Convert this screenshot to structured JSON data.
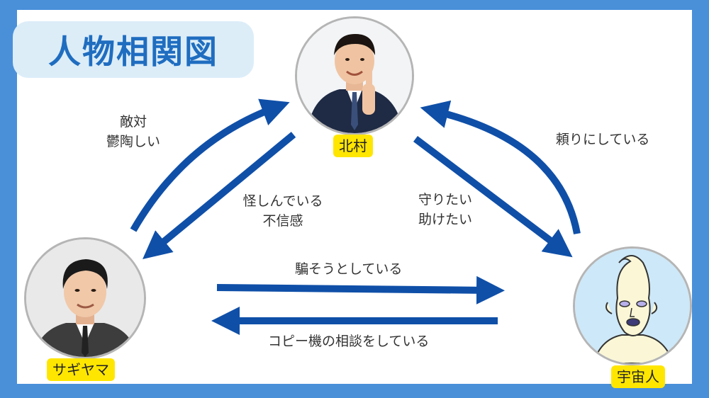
{
  "title": "人物相関図",
  "nodes": {
    "kitamura": {
      "name": "北村",
      "portrait": "businessman-pointing-photo"
    },
    "sagiyama": {
      "name": "サギヤマ",
      "portrait": "businessman-smiling-photo"
    },
    "alien": {
      "name": "宇宙人",
      "portrait": "alien-illustration"
    }
  },
  "edges": {
    "sagiyama_to_kitamura": [
      "敵対",
      "鬱陶しい"
    ],
    "kitamura_to_sagiyama": [
      "怪しんでいる",
      "不信感"
    ],
    "kitamura_to_alien": [
      "守りたい",
      "助けたい"
    ],
    "alien_to_kitamura": [
      "頼りにしている"
    ],
    "sagiyama_to_alien": [
      "騙そうとしている"
    ],
    "alien_to_sagiyama": [
      "コピー機の相談をしている"
    ]
  },
  "colors": {
    "frame": "#4a90d9",
    "arrow": "#0f4fa8",
    "title_bg": "#dcedf8",
    "title_text": "#1f6dc0",
    "name_tag": "#ffe600"
  }
}
